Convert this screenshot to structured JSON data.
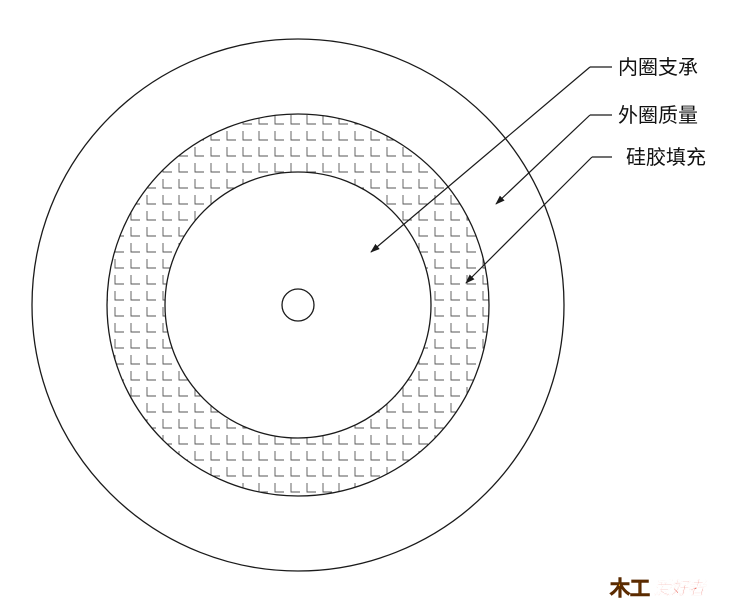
{
  "diagram": {
    "labels": {
      "inner_support": "内圈支承",
      "outer_mass": "外圈质量",
      "silicone_fill": "硅胶填充"
    }
  },
  "watermark": {
    "text_a": "木工",
    "text_b": "爱好者"
  },
  "colors": {
    "line": "#1a1a1a",
    "hatch": "#555555",
    "logo_orange": "#f5a20a",
    "logo_red": "#e02515"
  }
}
